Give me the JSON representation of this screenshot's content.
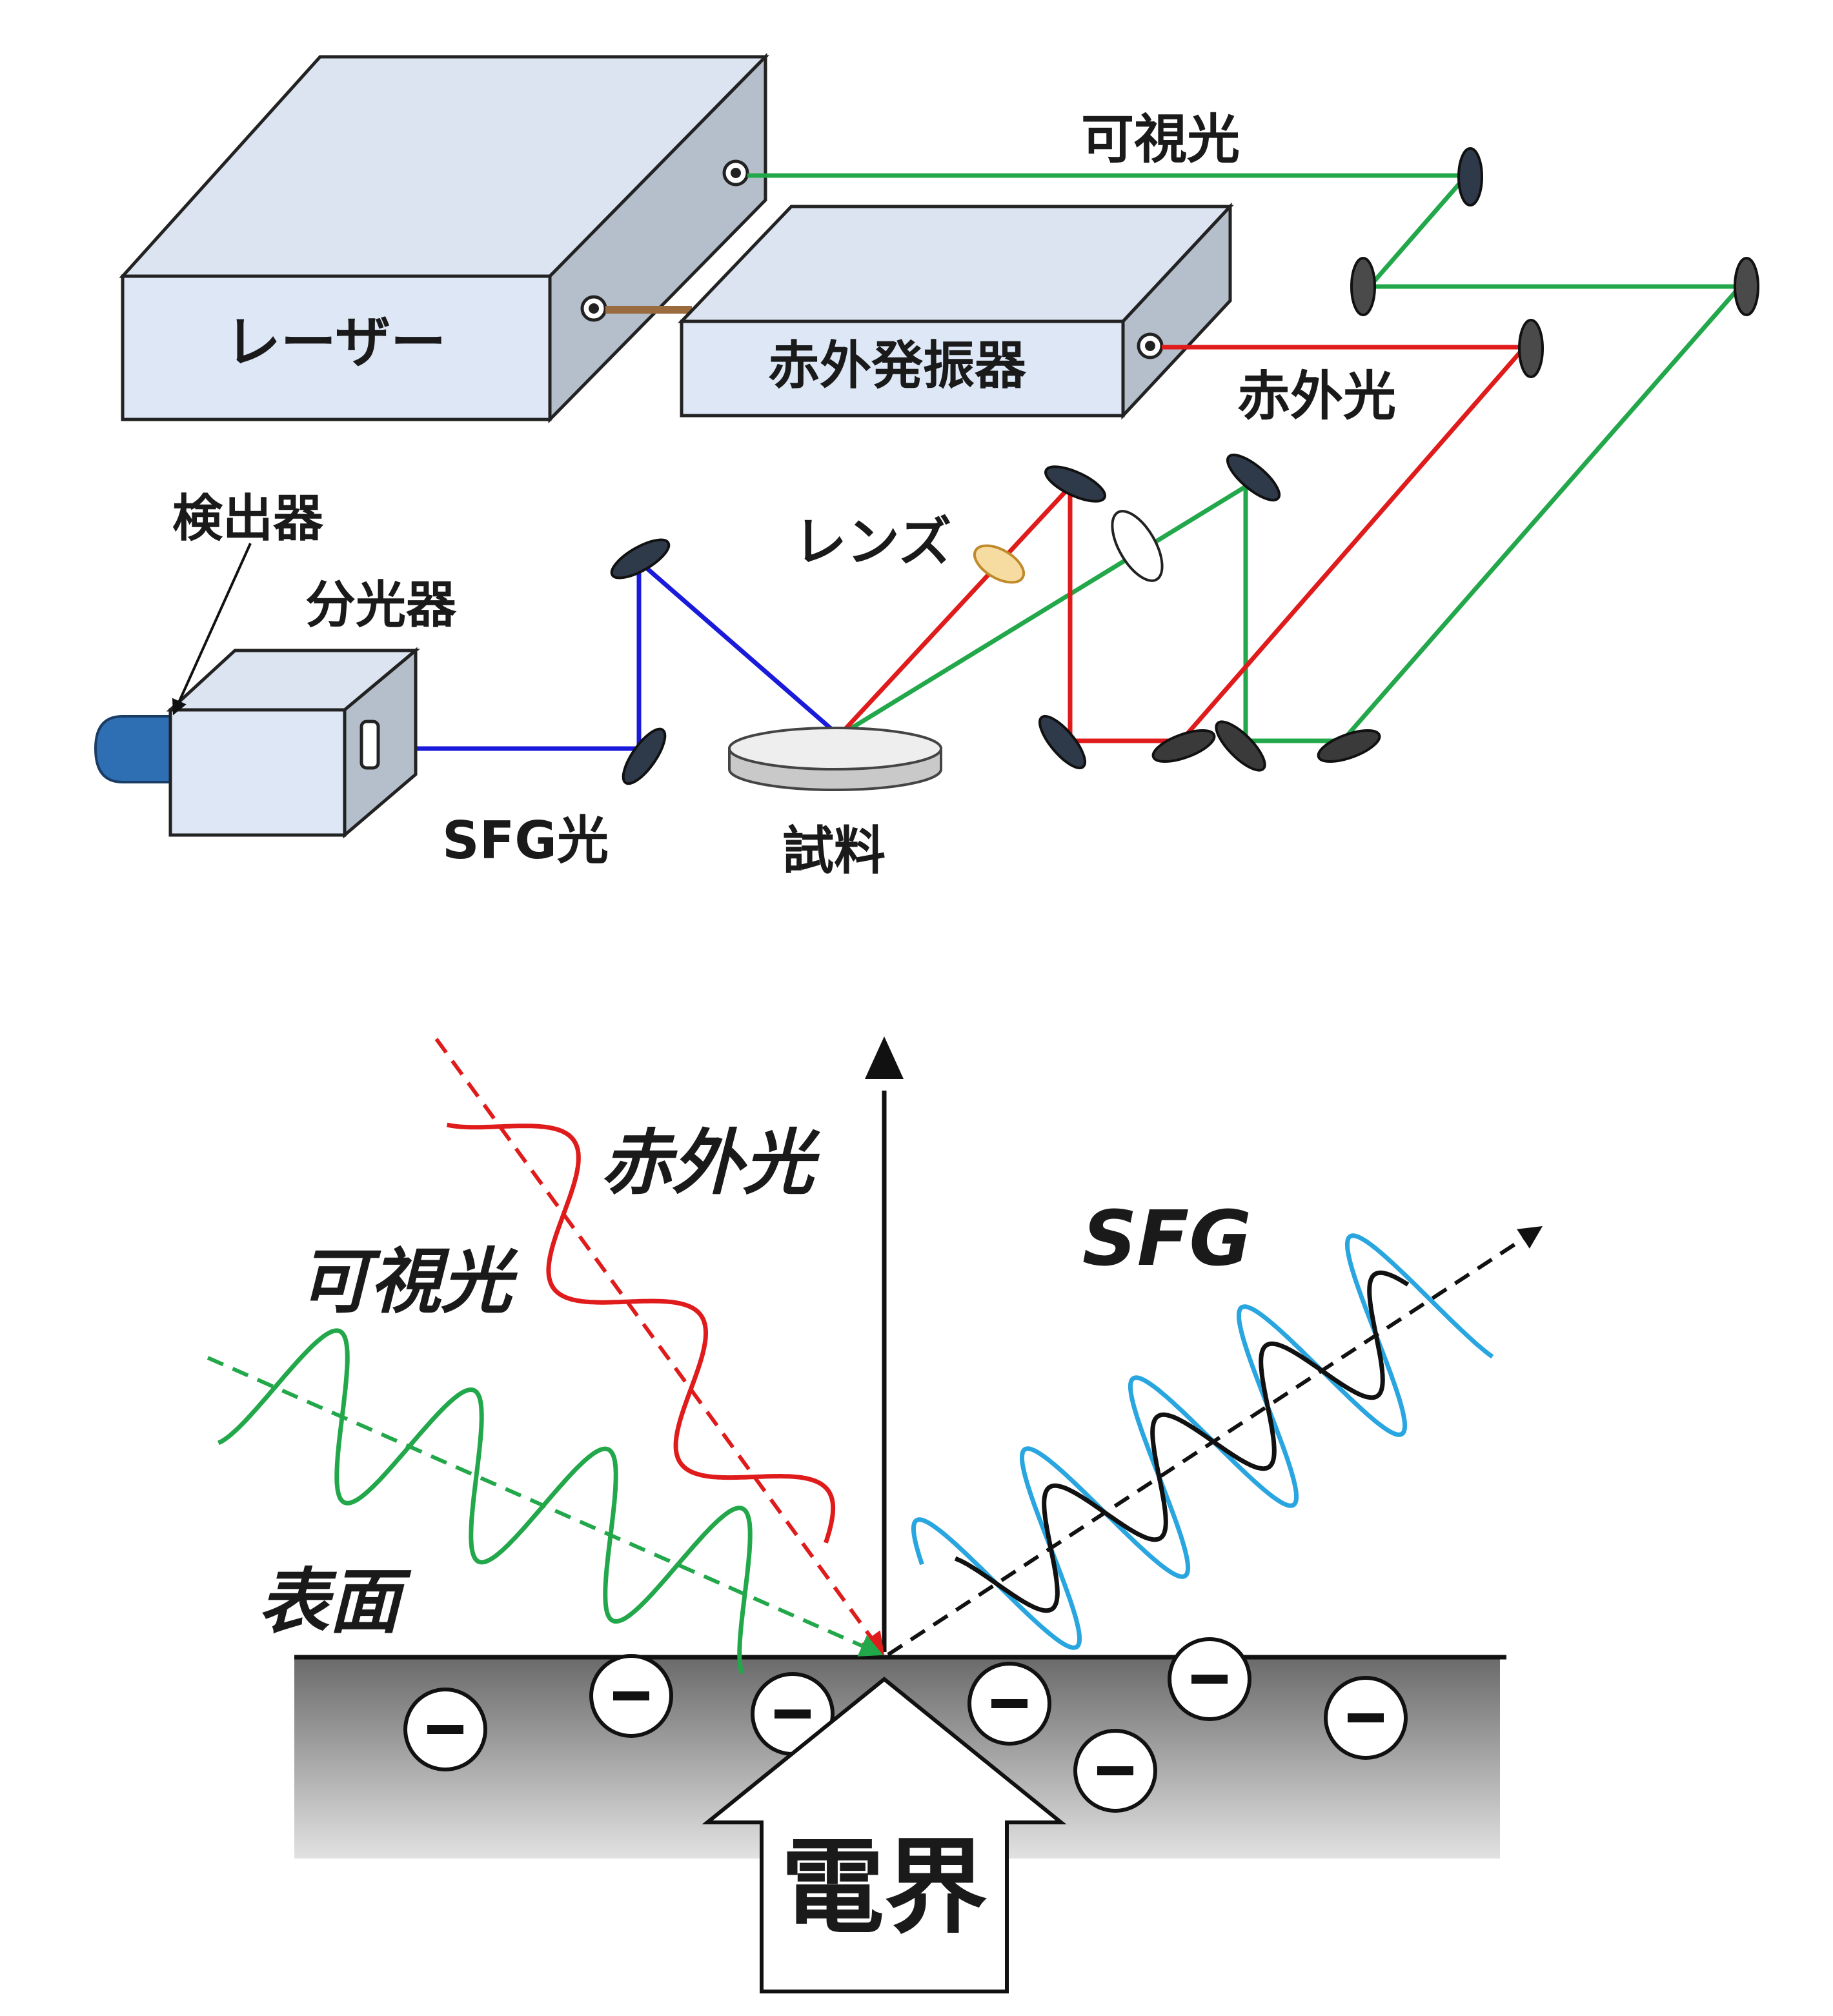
{
  "setup": {
    "laser": "レーザー",
    "ir_oscillator": "赤外発振器",
    "visible_light": "可視光",
    "ir_light": "赤外光",
    "detector": "検出器",
    "spectrometer": "分光器",
    "lens": "レンズ",
    "sfg_light": "SFG光",
    "sample": "試料"
  },
  "mechanism": {
    "ir_light": "赤外光",
    "visible_light": "可視光",
    "sfg": "SFG",
    "surface": "表面",
    "electric_field": "電界",
    "charge_symbol": "−"
  },
  "colors": {
    "visible_beam": "#22a84a",
    "ir_beam": "#e01b1b",
    "sfg_beam": "#1a1adb",
    "sfg_outer_wave": "#29a6e0",
    "box_fill": "#dde7f5",
    "box_side": "#b5bfcc",
    "box_top": "#dbe4f0"
  }
}
